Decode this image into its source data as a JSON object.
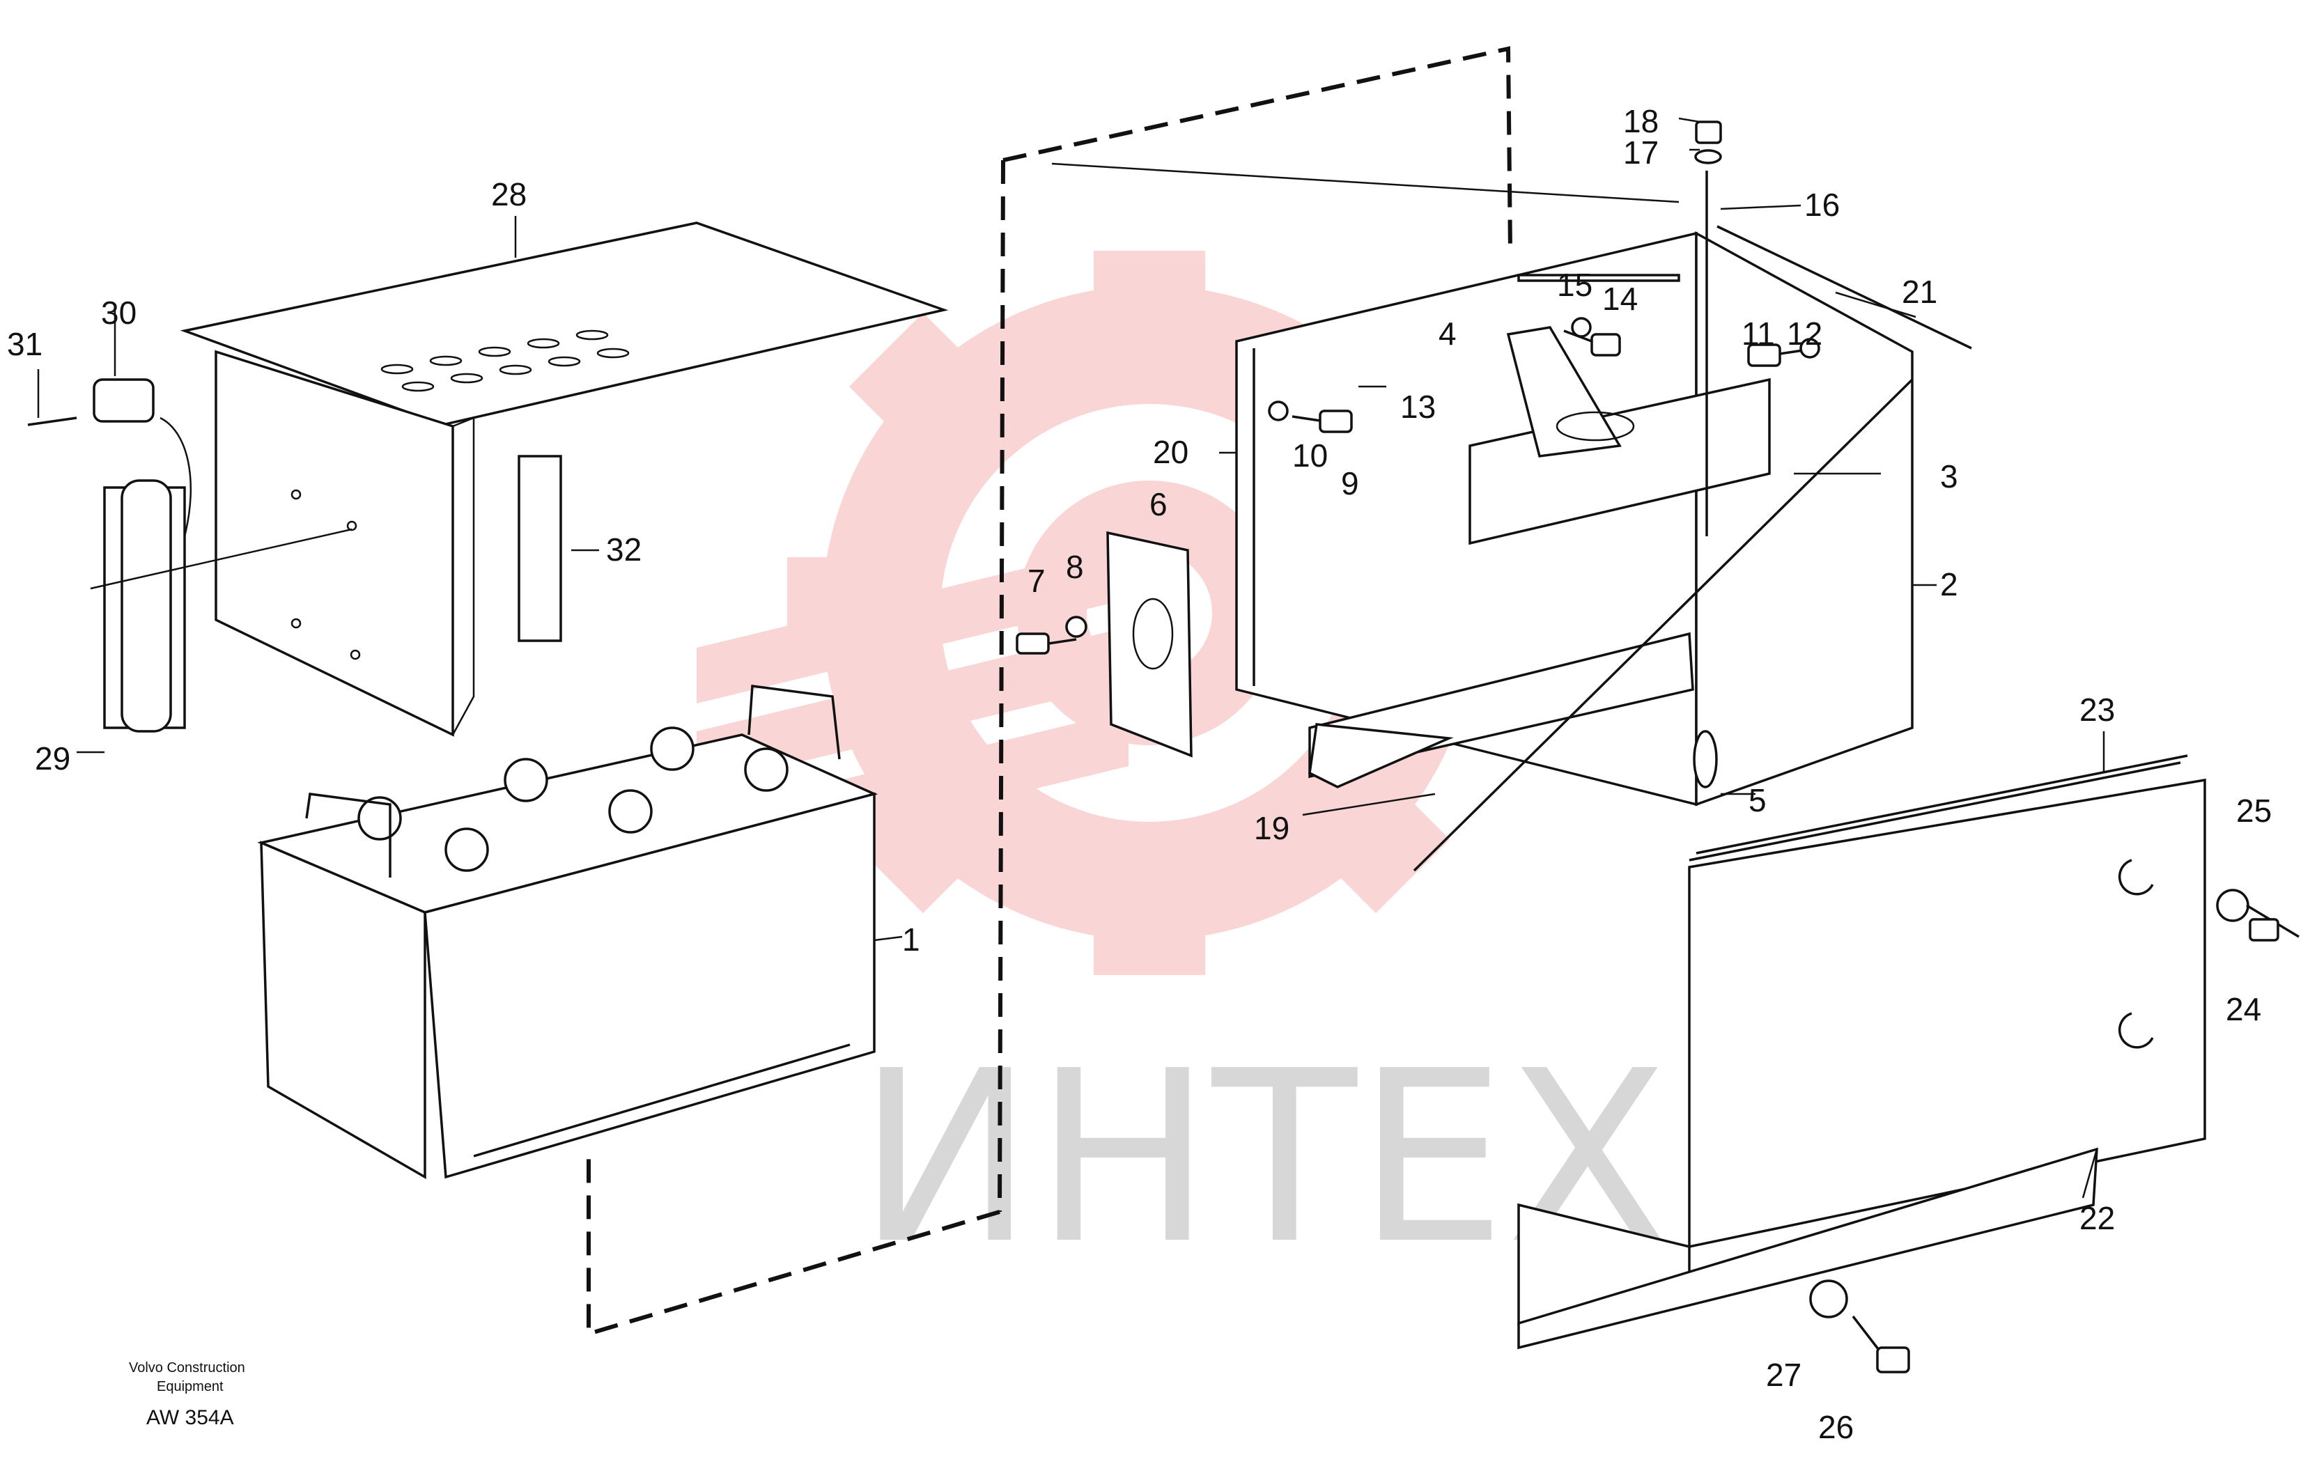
{
  "callouts": {
    "c1": "1",
    "c2": "2",
    "c3": "3",
    "c4": "4",
    "c5": "5",
    "c6": "6",
    "c7": "7",
    "c8": "8",
    "c9": "9",
    "c10": "10",
    "c11": "11",
    "c12": "12",
    "c13": "13",
    "c14": "14",
    "c15": "15",
    "c16": "16",
    "c17": "17",
    "c18": "18",
    "c19": "19",
    "c20": "20",
    "c21": "21",
    "c22": "22",
    "c23": "23",
    "c24": "24",
    "c25": "25",
    "c26": "26",
    "c27": "27",
    "c28": "28",
    "c29": "29",
    "c30": "30",
    "c31": "31",
    "c32": "32"
  },
  "credit": {
    "line1": "Volvo Construction",
    "line2": "Equipment"
  },
  "drawing_code": "AW 354A",
  "watermark": {
    "text": "ИНТЕХ",
    "logo": "gear-logo",
    "color": "#f4a0a0"
  }
}
